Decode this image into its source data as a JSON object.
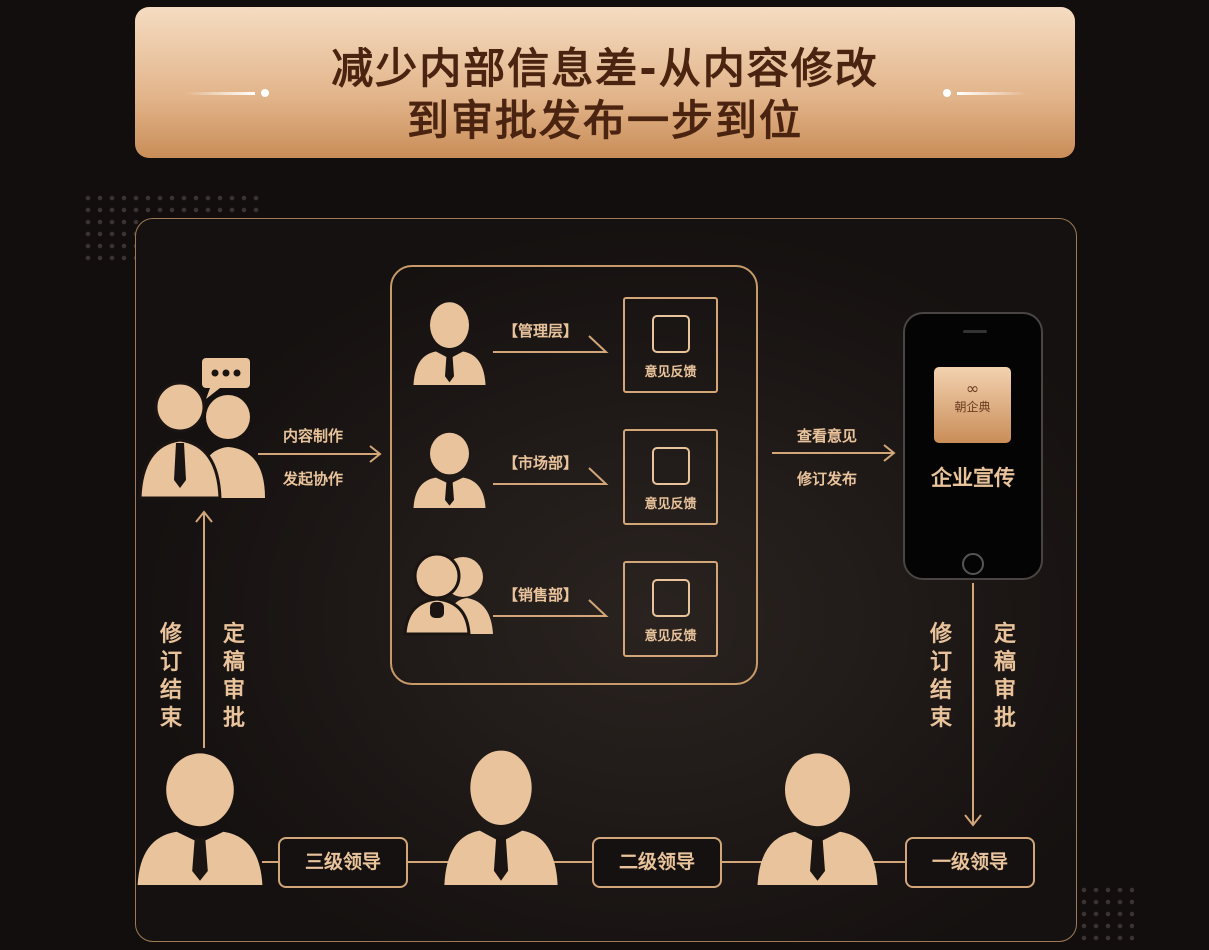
{
  "title": {
    "line1": "减少内部信息差-从内容修改",
    "line2": "到审批发布一步到位"
  },
  "flow": {
    "left_arrow": {
      "top": "内容制作",
      "bottom": "发起协作"
    },
    "right_arrow": {
      "top": "查看意见",
      "bottom": "修订发布"
    },
    "departments": [
      {
        "label": "【管理层】",
        "feedback": "意见反馈"
      },
      {
        "label": "【市场部】",
        "feedback": "意见反馈"
      },
      {
        "label": "【销售部】",
        "feedback": "意见反馈"
      }
    ],
    "phone": {
      "logo_text": "朝企典",
      "caption": "企业宣传"
    },
    "left_vertical": {
      "a": "修订结束",
      "b": "定稿审批"
    },
    "right_vertical": {
      "a": "修订结束",
      "b": "定稿审批"
    },
    "leaders": [
      "三级领导",
      "二级领导",
      "一级领导"
    ]
  },
  "colors": {
    "accent": "#e9c39b",
    "border": "#c89a6a",
    "background": "#120e0d",
    "title_text": "#4a2410"
  }
}
